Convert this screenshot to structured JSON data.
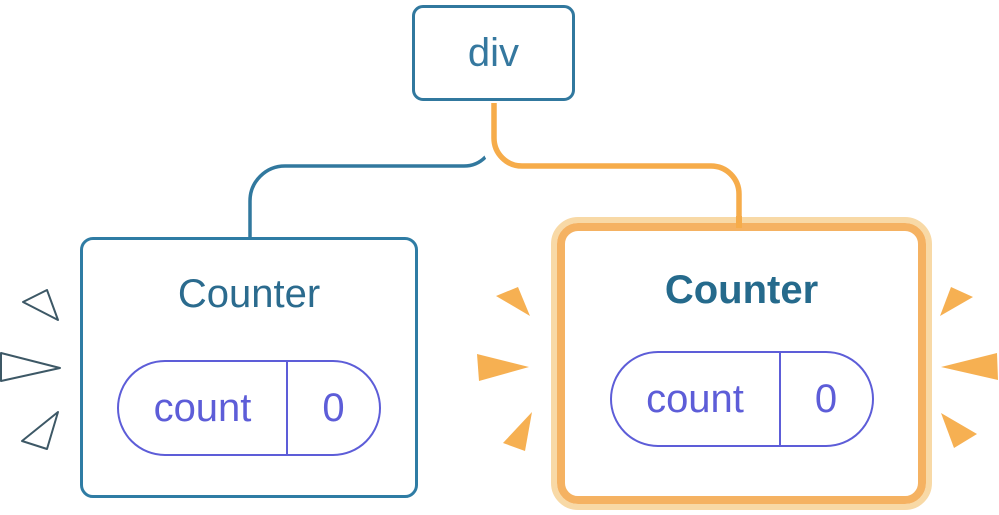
{
  "tree": {
    "root": {
      "label": "div"
    },
    "children": [
      {
        "title": "Counter",
        "state_pill": {
          "key": "count",
          "value": "0"
        },
        "variant": "default-blue",
        "sparks": "white-outlined"
      },
      {
        "title": "Counter",
        "state_pill": {
          "key": "count",
          "value": "0"
        },
        "variant": "highlighted-orange-ring",
        "sparks": "orange"
      }
    ]
  },
  "edges": [
    {
      "from": "div",
      "to": "left-counter",
      "style": "thin-blue-line",
      "color": "#31789E"
    },
    {
      "from": "div",
      "to": "right-counter",
      "style": "orange-pipe-with-white-casing",
      "color": "#F6AC4A"
    }
  ],
  "colors": {
    "background": "#FFFFFF",
    "blue_stroke": "#31789E",
    "blue_title": "#2B6B8E",
    "right_title": "#256A8C",
    "purple": "#5D5DD8",
    "pipe_orange": "#F6AC4A",
    "ring_orange": "#F5B262",
    "ring_pale_orange": "#F8D9A6",
    "spark_orange": "#F6B052",
    "spark_white": "#FFFFFF"
  }
}
